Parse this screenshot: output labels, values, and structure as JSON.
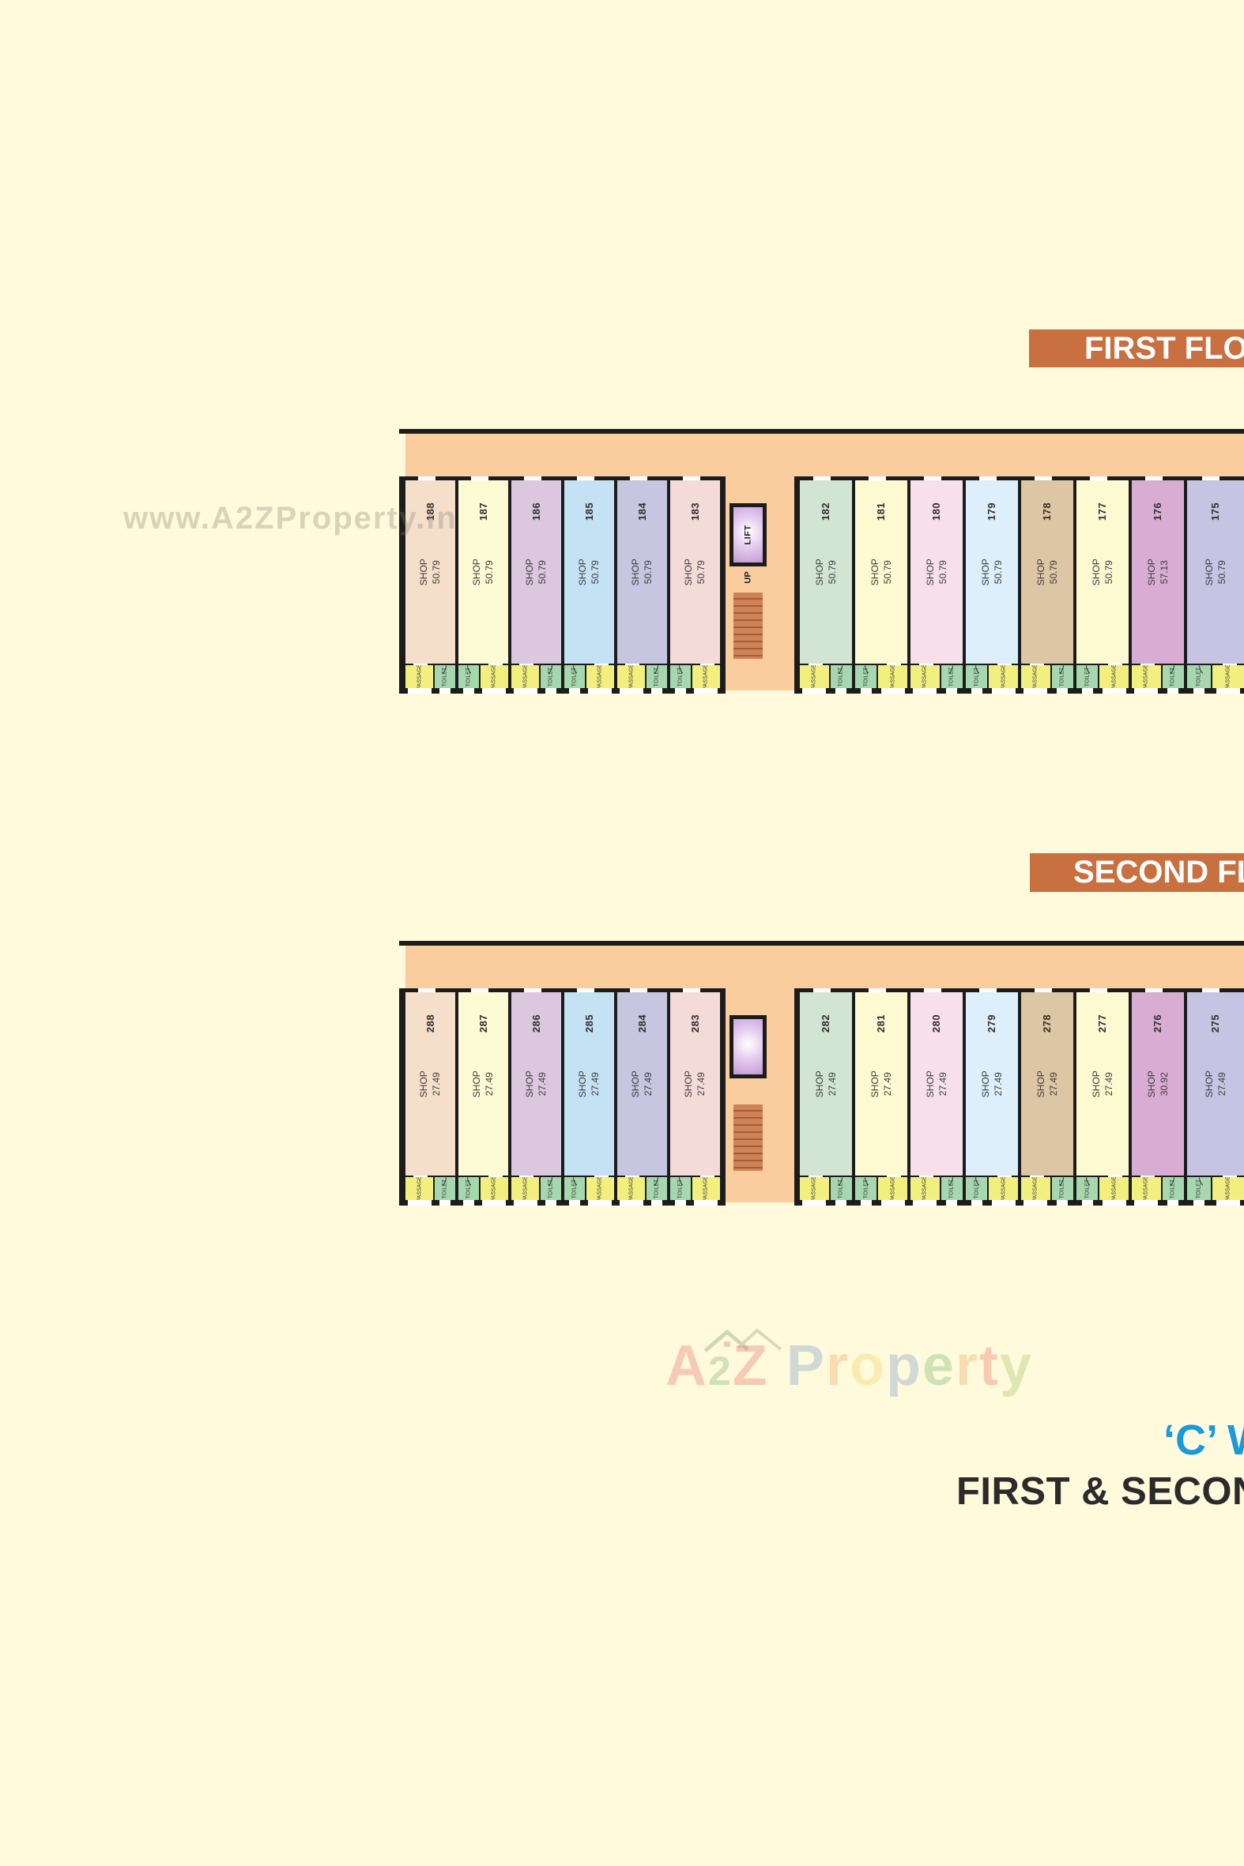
{
  "watermark": "www.A2ZProperty.in",
  "titles": {
    "wing": "‘C’ W",
    "plan": "FIRST & SECON"
  },
  "labels": {
    "shop": "SHOP",
    "passage": "PASSAGE",
    "toilet": "TOILET"
  },
  "logo": {
    "letters": [
      {
        "ch": "A",
        "color": "#E25353"
      },
      {
        "ch": "2",
        "color": "#55A65A",
        "small": true
      },
      {
        "ch": "Z",
        "color": "#E25353"
      },
      {
        "ch": " ",
        "color": "#000000"
      },
      {
        "ch": "P",
        "color": "#5B86C9"
      },
      {
        "ch": "r",
        "color": "#E89441"
      },
      {
        "ch": "o",
        "color": "#EBCB45"
      },
      {
        "ch": "p",
        "color": "#5B86C9"
      },
      {
        "ch": "e",
        "color": "#55A65A"
      },
      {
        "ch": "r",
        "color": "#E89441"
      },
      {
        "ch": "t",
        "color": "#E25353"
      },
      {
        "ch": "y",
        "color": "#88B84D"
      }
    ]
  },
  "colors": {
    "background": "#FFFADC",
    "corridor": "#F9CD9E",
    "banner": "#C8703F",
    "wall": "#1C1C1C",
    "passage": "#F2EF7F",
    "toilet": "#A6D7AE",
    "stairs": "#D08257",
    "wing_title": "#1B9AD5"
  },
  "floors": [
    {
      "banner": "FIRST FLO",
      "lift": "LIFT",
      "up": "UP",
      "left_shops": [
        {
          "no": "188",
          "area": "50.79",
          "color": "#F5DFCA",
          "wc": "pt"
        },
        {
          "no": "187",
          "area": "50.79",
          "color": "#FDFBD4",
          "wc": "tp"
        },
        {
          "no": "186",
          "area": "50.79",
          "color": "#DBC7DE",
          "wc": "pt"
        },
        {
          "no": "185",
          "area": "50.79",
          "color": "#C5E2F4",
          "wc": "tp"
        },
        {
          "no": "184",
          "area": "50.79",
          "color": "#C6C6E1",
          "wc": "pt"
        },
        {
          "no": "183",
          "area": "50.79",
          "color": "#F4DBD8",
          "wc": "tp"
        }
      ],
      "right_shops": [
        {
          "no": "182",
          "area": "50.79",
          "color": "#D2E5D2",
          "wc": "pt"
        },
        {
          "no": "181",
          "area": "50.79",
          "color": "#FDFAD2",
          "wc": "tp"
        },
        {
          "no": "180",
          "area": "50.79",
          "color": "#F8E0EB",
          "wc": "pt"
        },
        {
          "no": "179",
          "area": "50.79",
          "color": "#DCEFFA",
          "wc": "tp"
        },
        {
          "no": "178",
          "area": "50.79",
          "color": "#DCC6A3",
          "wc": "pt"
        },
        {
          "no": "177",
          "area": "50.79",
          "color": "#FDFAD2",
          "wc": "tp"
        },
        {
          "no": "176",
          "area": "57.13",
          "color": "#D9ACD4",
          "wc": "pt"
        },
        {
          "no": "175",
          "area": "50.79",
          "color": "#C7C3E3",
          "wc": "tp"
        }
      ]
    },
    {
      "banner": "SECOND FL",
      "lift": "",
      "up": "",
      "left_shops": [
        {
          "no": "288",
          "area": "27.49",
          "color": "#F5DFCA",
          "wc": "pt"
        },
        {
          "no": "287",
          "area": "27.49",
          "color": "#FDFBD4",
          "wc": "tp"
        },
        {
          "no": "286",
          "area": "27.49",
          "color": "#DBC7DE",
          "wc": "pt"
        },
        {
          "no": "285",
          "area": "27.49",
          "color": "#C5E2F4",
          "wc": "tp"
        },
        {
          "no": "284",
          "area": "27.49",
          "color": "#C6C6E1",
          "wc": "pt"
        },
        {
          "no": "283",
          "area": "27.49",
          "color": "#F4DBD8",
          "wc": "tp"
        }
      ],
      "right_shops": [
        {
          "no": "282",
          "area": "27.49",
          "color": "#D2E5D2",
          "wc": "pt"
        },
        {
          "no": "281",
          "area": "27.49",
          "color": "#FDFAD2",
          "wc": "tp"
        },
        {
          "no": "280",
          "area": "27.49",
          "color": "#F8E0EB",
          "wc": "pt"
        },
        {
          "no": "279",
          "area": "27.49",
          "color": "#DCEFFA",
          "wc": "tp"
        },
        {
          "no": "278",
          "area": "27.49",
          "color": "#DCC6A3",
          "wc": "pt"
        },
        {
          "no": "277",
          "area": "27.49",
          "color": "#FDFAD2",
          "wc": "tp"
        },
        {
          "no": "276",
          "area": "30.92",
          "color": "#D9ACD4",
          "wc": "pt"
        },
        {
          "no": "275",
          "area": "27.49",
          "color": "#C7C3E3",
          "wc": "tp"
        }
      ]
    }
  ]
}
